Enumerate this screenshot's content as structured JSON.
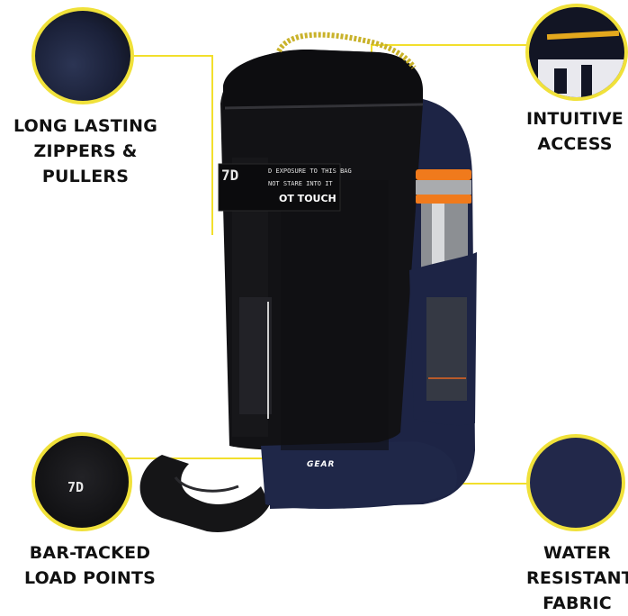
{
  "features": [
    {
      "id": "zippers",
      "lines": [
        "LONG LASTING",
        "ZIPPERS & PULLERS"
      ]
    },
    {
      "id": "access",
      "lines": [
        "INTUITIVE",
        "ACCESS"
      ]
    },
    {
      "id": "loadpoints",
      "lines": [
        "BAR-TACKED",
        "LOAD POINTS"
      ]
    },
    {
      "id": "fabric",
      "lines": [
        "WATER",
        "RESISTANT",
        "FABRIC"
      ]
    }
  ],
  "product": {
    "brand_logo": "GEAR",
    "tag_logo": "7D",
    "tag_lines": [
      "D EXPOSURE TO THIS BAG",
      "NOT STARE INTO IT",
      "OT TOUCH"
    ]
  },
  "colors": {
    "accent": "#f0e13a",
    "bag_black": "#111114",
    "bag_navy": "#1d2445",
    "bottle_orange": "#f07a1c"
  }
}
